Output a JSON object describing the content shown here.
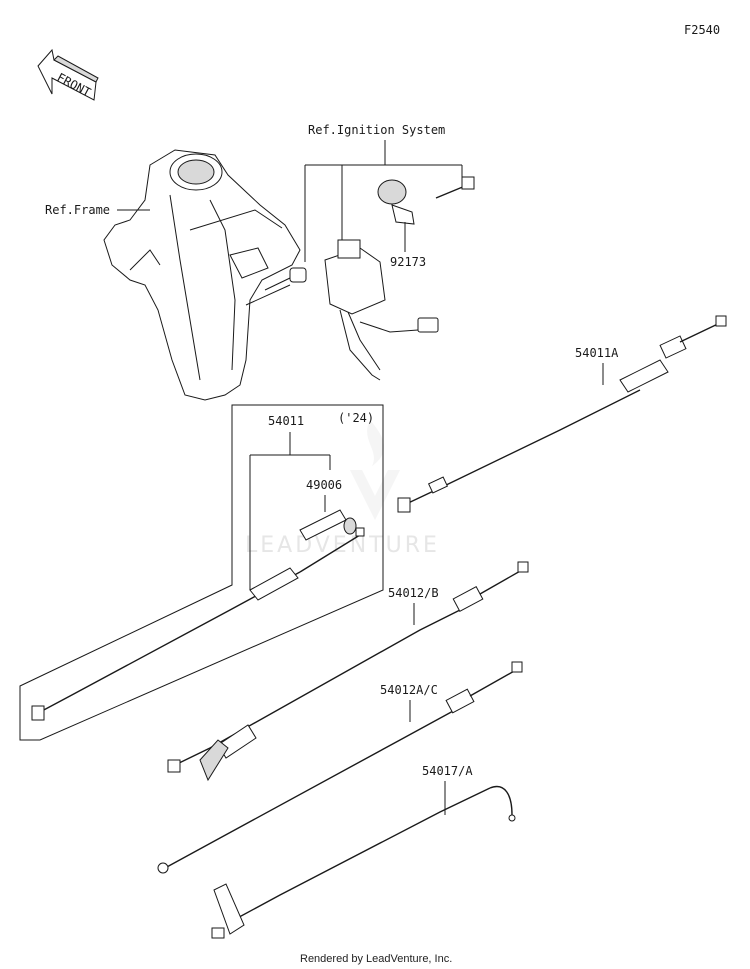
{
  "diagram": {
    "code": "F2540",
    "front_marker": "FRONT",
    "watermark": "LEADVENTURE",
    "labels": {
      "ref_ignition": "Ref.Ignition System",
      "ref_frame": "Ref.Frame",
      "part_92173": "92173",
      "part_54011A": "54011A",
      "part_54011": "54011",
      "year_note": "('24)",
      "part_49006": "49006",
      "part_54012B": "54012/B",
      "part_54012AC": "54012A/C",
      "part_54017A": "54017/A"
    },
    "footer": "Rendered by LeadVenture, Inc."
  }
}
